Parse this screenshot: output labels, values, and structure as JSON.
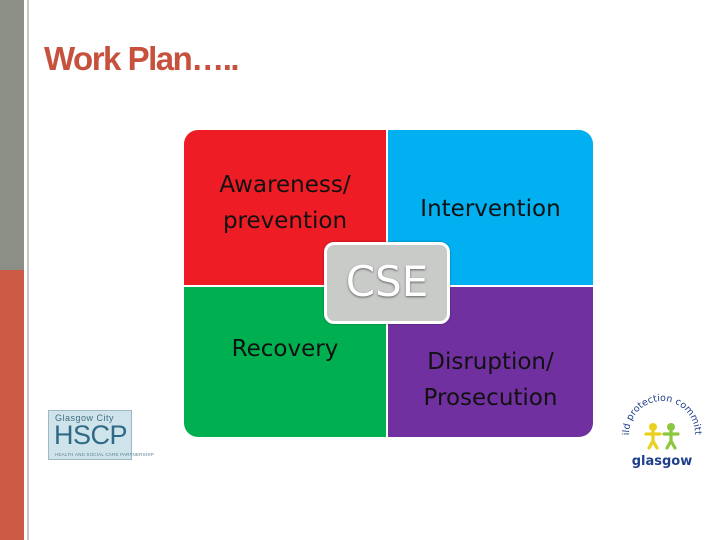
{
  "slide": {
    "title": "Work Plan…..",
    "center_label": "CSE",
    "quadrants": {
      "top_left": {
        "line1": "Awareness/",
        "line2": "prevention",
        "color": "#ee1c25"
      },
      "top_right": {
        "line1": "Intervention",
        "color": "#00b0f0"
      },
      "bottom_left": {
        "line1": "Recovery",
        "color": "#00b050"
      },
      "bottom_right": {
        "line1": "Disruption/",
        "line2": "Prosecution",
        "color": "#7030a0"
      }
    },
    "colors": {
      "title": "#c6523e",
      "accent_bar_top": "#8c8f85",
      "accent_bar_bottom": "#cc5a45",
      "center_box": "#c9cbc9"
    }
  },
  "logos": {
    "hscp": {
      "small_text": "Glasgow City",
      "big_text": "HSCP",
      "tagline": "HEALTH AND SOCIAL CARE PARTNERSHIP"
    },
    "cpc": {
      "arc_text": "child protection committee",
      "word": "glasgow"
    }
  }
}
